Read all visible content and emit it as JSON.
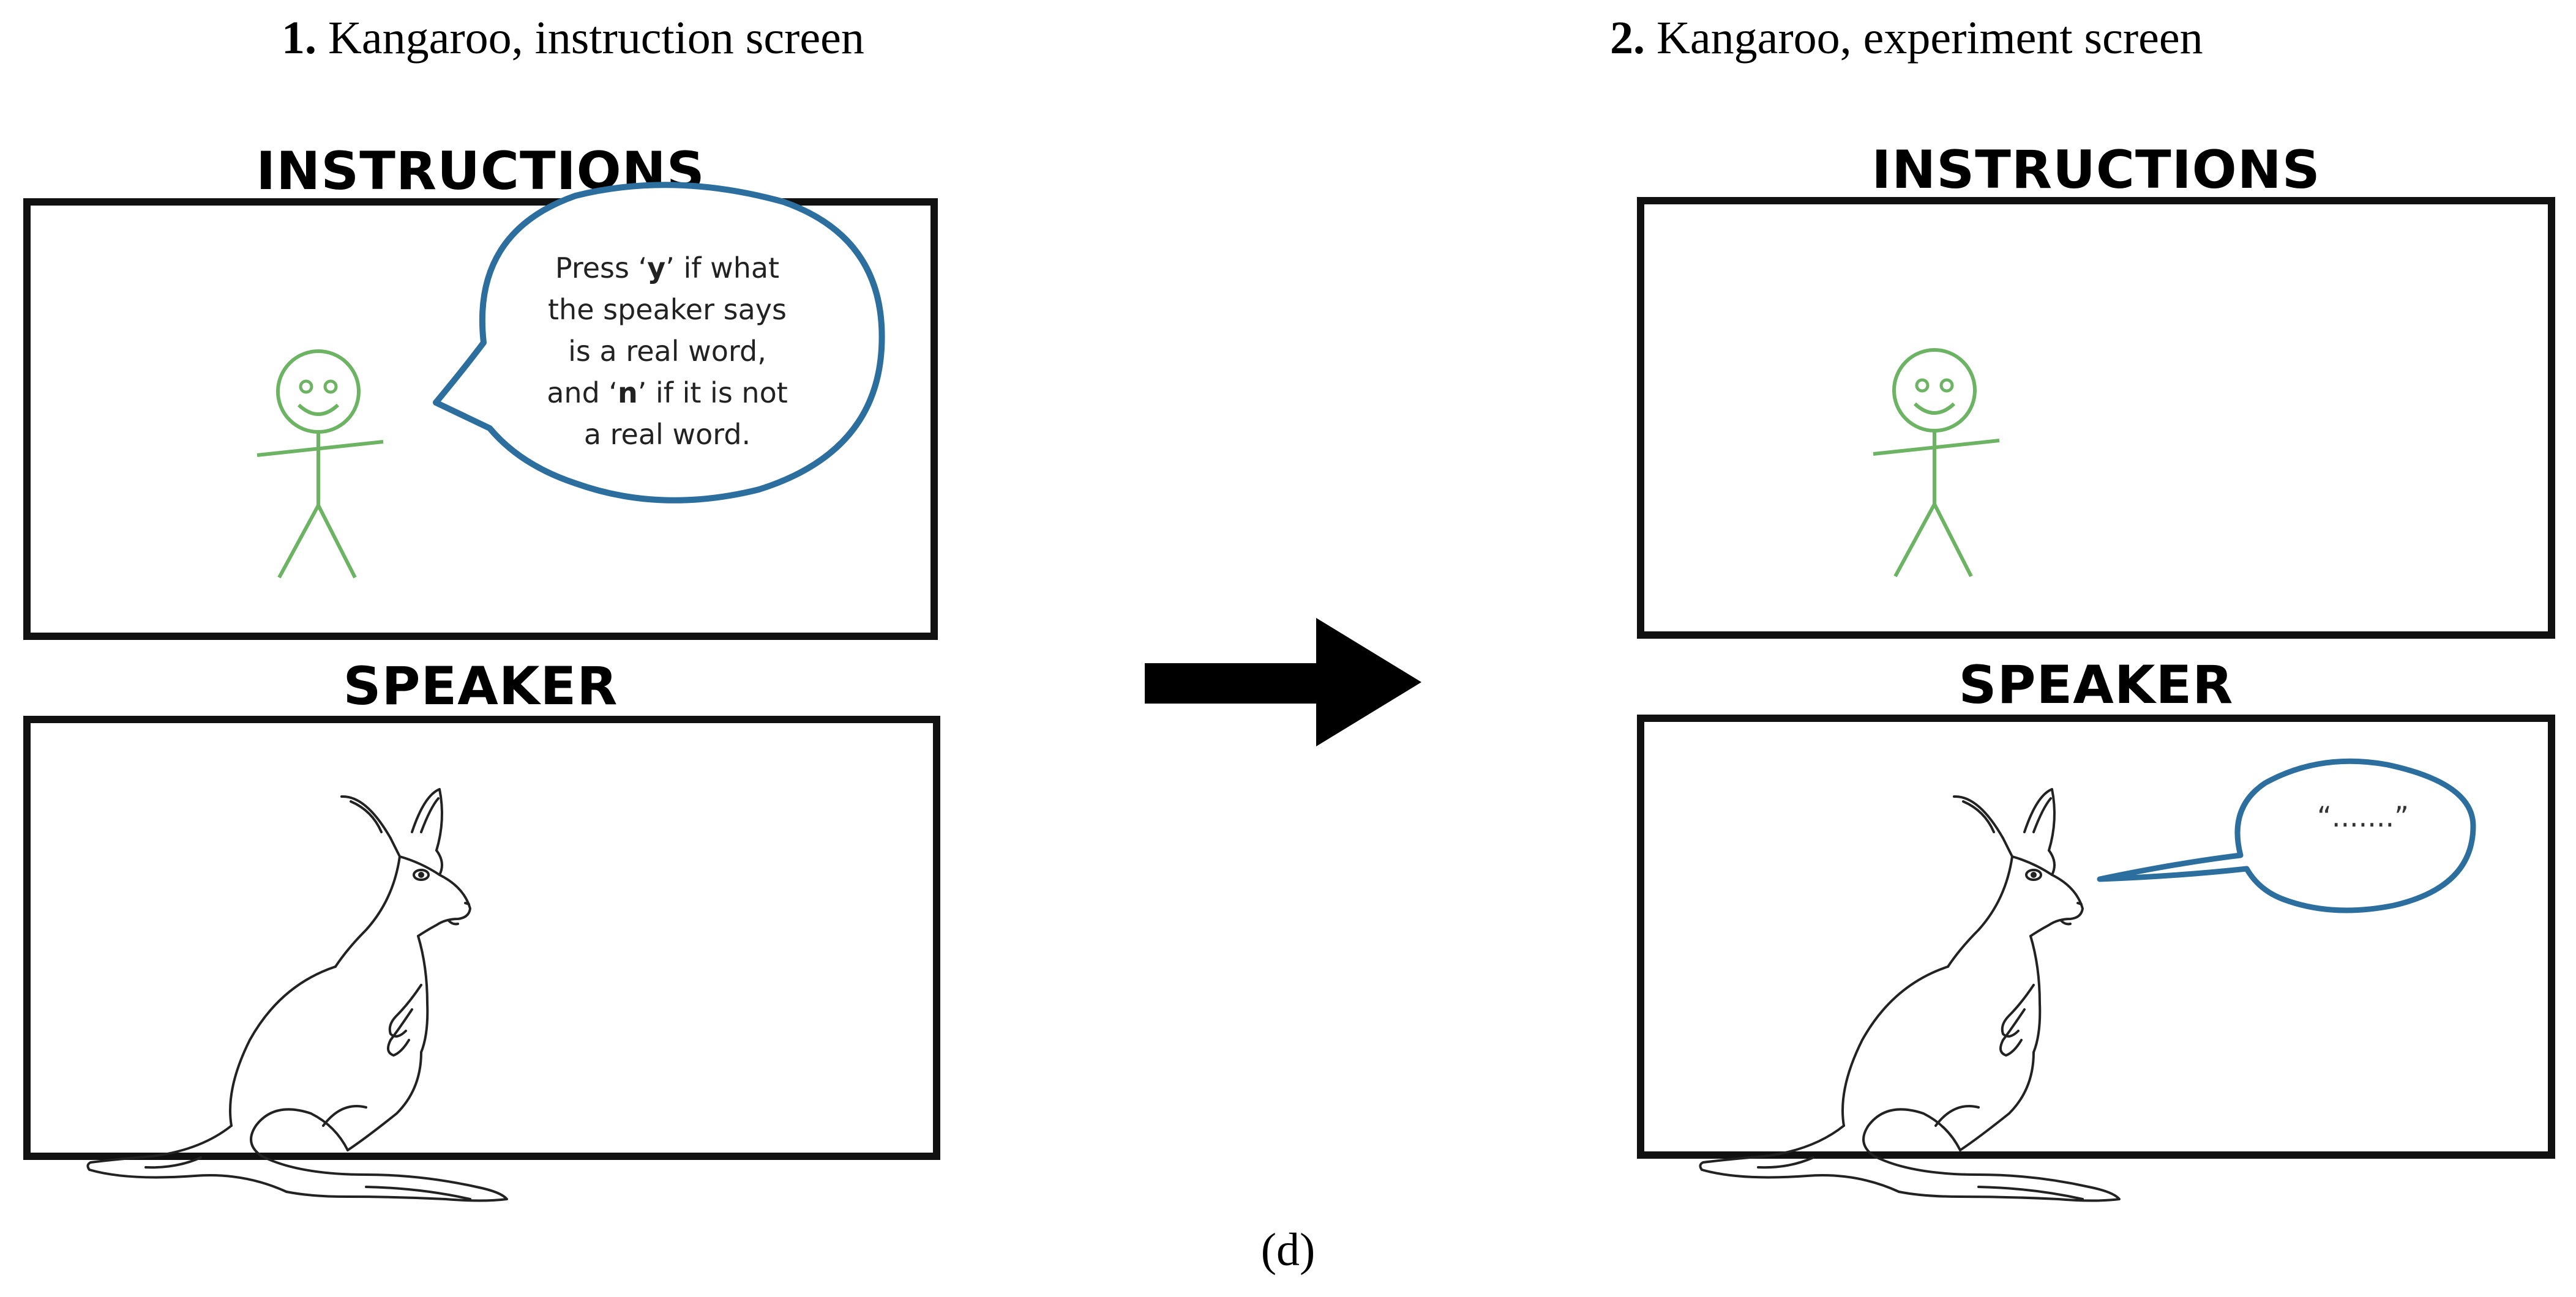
{
  "panels": [
    {
      "number": "1.",
      "caption": "Kangaroo, instruction screen",
      "instructions_label": "INSTRUCTIONS",
      "speaker_label": "SPEAKER",
      "instruction_bubble": {
        "line1_a": "Press ‘",
        "key_y": "y",
        "line1_b": "’ if what",
        "line2": "the speaker says",
        "line3": "is a real word,",
        "line4_a": "and ‘",
        "key_n": "n",
        "line4_b": "’ if it is not",
        "line5": "a real word."
      }
    },
    {
      "number": "2.",
      "caption": "Kangaroo, experiment screen",
      "instructions_label": "INSTRUCTIONS",
      "speaker_label": "SPEAKER",
      "speaker_bubble_text": "“.......”"
    }
  ],
  "figure_label": "(d)",
  "colors": {
    "frame_border": "#111111",
    "stick_figure": "#6cb463",
    "bubble_outline": "#2c6e9e",
    "arrow": "#000000"
  }
}
